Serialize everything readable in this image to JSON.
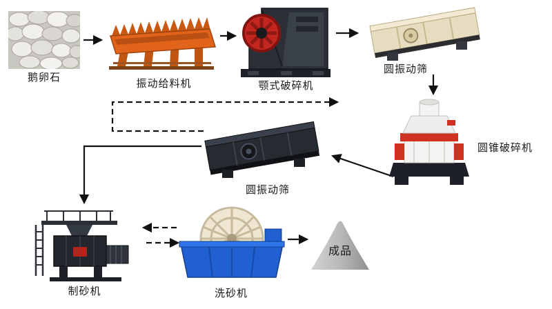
{
  "nodes": {
    "pebble": {
      "label": "鹅卵石"
    },
    "feeder": {
      "label": "振动给料机",
      "color": "#e2641b"
    },
    "jaw_crusher": {
      "label": "颚式破碎机",
      "color": "#2b2f36",
      "accent": "#c4271f"
    },
    "screen_top": {
      "label": "圆振动筛",
      "color": "#e6dcc0"
    },
    "cone_crusher": {
      "label": "圆锥破碎机",
      "color": "#f3f3f1",
      "accent": "#cf3222"
    },
    "screen_mid": {
      "label": "圆振动筛",
      "color": "#262a31"
    },
    "sand_maker": {
      "label": "制砂机",
      "color": "#23262d"
    },
    "sand_washer": {
      "label": "洗砂机",
      "color": "#2060d0"
    },
    "product": {
      "label": "成品",
      "color": "#b5b5b5"
    }
  },
  "links": [
    {
      "from": "鹅卵石",
      "to": "振动给料机",
      "style": "solid"
    },
    {
      "from": "振动给料机",
      "to": "颚式破碎机",
      "style": "solid"
    },
    {
      "from": "颚式破碎机",
      "to": "圆振动筛",
      "style": "solid"
    },
    {
      "from": "圆振动筛",
      "to": "圆锥破碎机",
      "style": "solid"
    },
    {
      "from": "圆锥破碎机",
      "to": "圆振动筛",
      "style": "solid"
    },
    {
      "from": "圆振动筛",
      "to": "制砂机",
      "style": "solid"
    },
    {
      "from": "圆振动筛",
      "to": "圆锥破碎机",
      "style": "dashed"
    },
    {
      "from": "洗砂机",
      "to": "制砂机",
      "style": "dashed"
    },
    {
      "from": "制砂机",
      "to": "洗砂机",
      "style": "dashed"
    },
    {
      "from": "洗砂机",
      "to": "成品",
      "style": "solid"
    }
  ]
}
